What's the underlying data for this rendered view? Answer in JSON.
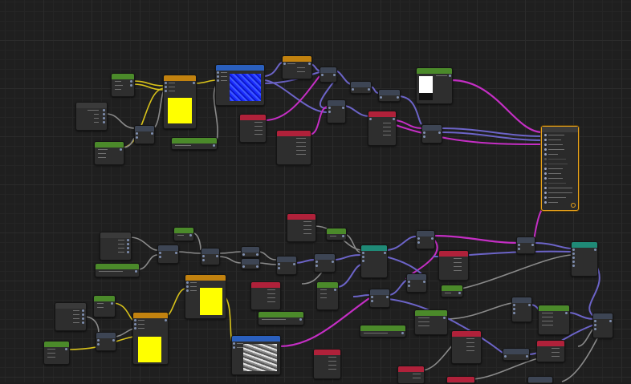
{
  "graph": {
    "master": {
      "title": "",
      "port_count": 17
    },
    "nodes": [
      {
        "id": "n1",
        "color": "green"
      },
      {
        "id": "n2",
        "color": "gray"
      },
      {
        "id": "n3",
        "color": "green"
      },
      {
        "id": "n4",
        "color": "orange",
        "preview": "yellow"
      },
      {
        "id": "n5",
        "color": "blue",
        "preview": "texture"
      },
      {
        "id": "n6",
        "color": "green"
      },
      {
        "id": "n7",
        "color": "orange"
      },
      {
        "id": "n8",
        "color": "gray"
      },
      {
        "id": "n9",
        "color": "gray"
      },
      {
        "id": "n10",
        "color": "gray"
      },
      {
        "id": "n11",
        "color": "red"
      },
      {
        "id": "n12",
        "color": "red"
      },
      {
        "id": "n13",
        "color": "gray"
      },
      {
        "id": "n14",
        "color": "red"
      },
      {
        "id": "n15",
        "color": "gray"
      },
      {
        "id": "n16",
        "color": "gray"
      },
      {
        "id": "n17",
        "color": "green",
        "preview": "whiteblack"
      }
    ],
    "colors": {
      "wire_default": "#8a8a8a",
      "wire_vector": "#6c64c8",
      "wire_color": "#c42ec4",
      "wire_uv": "#d8c21a",
      "accent_master": "#e8a21a"
    }
  }
}
